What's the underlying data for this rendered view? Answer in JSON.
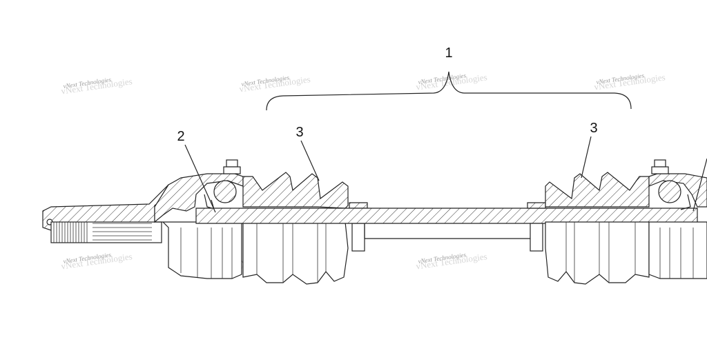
{
  "callouts": {
    "c1": "1",
    "c2": "2",
    "c3_left": "3",
    "c3_right": "3"
  },
  "watermark": {
    "text": "vNext Technologies"
  },
  "colors": {
    "line": "#222222",
    "watermark": "#9a9a9a",
    "background": "#ffffff"
  }
}
